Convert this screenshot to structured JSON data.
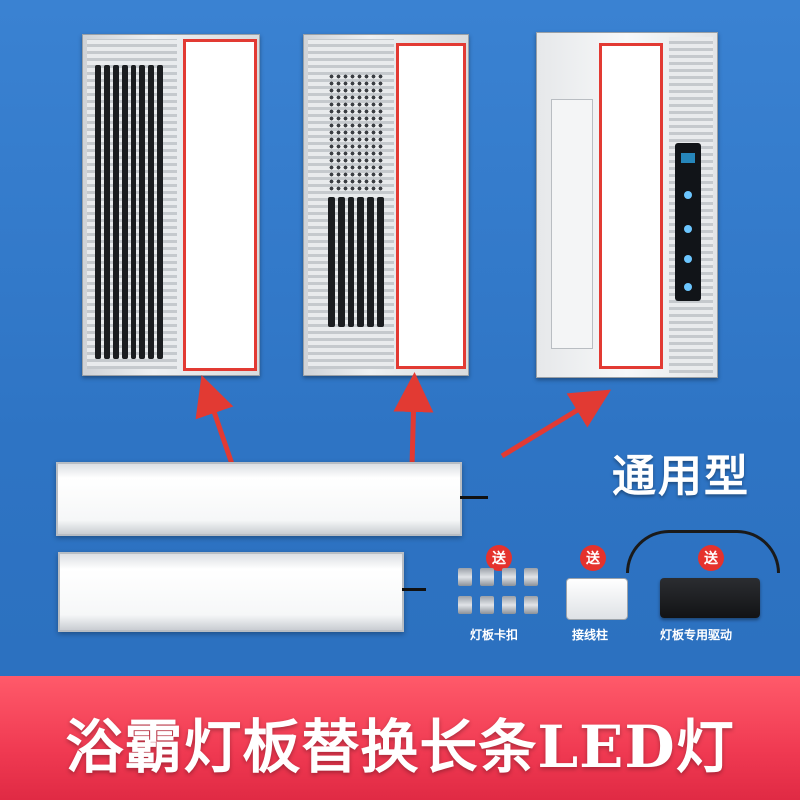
{
  "tag": "通用型",
  "accessories": [
    {
      "badge": "送",
      "label": "灯板卡扣"
    },
    {
      "badge": "送",
      "label": "接线柱"
    },
    {
      "badge": "送",
      "label": "灯板专用驱动"
    }
  ],
  "banner": {
    "title": "浴霸灯板替换长条LED灯"
  },
  "colors": {
    "background": "#2f78c8",
    "highlight_border": "#e23a33",
    "arrow": "#e23a33",
    "badge": "#e5322d",
    "banner": "#f03a52"
  }
}
